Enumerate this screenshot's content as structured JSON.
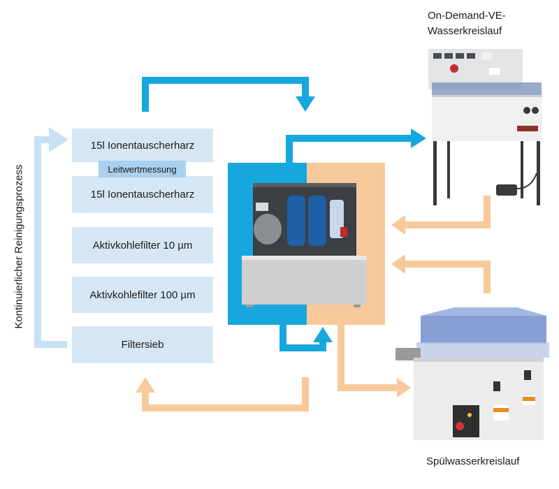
{
  "left_panel": {
    "side_label": "Kontinuierlicher Reinigungsprozess",
    "filters": [
      "15l Ionentauscherharz",
      "15l Ionentauscherharz",
      "Aktivkohlefilter 10 µm",
      "Aktivkohlefilter 100 µm",
      "Filtersieb"
    ],
    "measurement_tag": "Leitwertmessung"
  },
  "right_labels": {
    "top": "On-Demand-VE-\nWasserkreislauf",
    "bottom": "Spülwasserkreislauf"
  },
  "colors": {
    "blue": "#17a7df",
    "orange": "#f7c99b",
    "light_blue": "#d5e7f5",
    "tag_blue": "#a9d0ee",
    "arrow_light_blue": "#c6e1f4"
  }
}
